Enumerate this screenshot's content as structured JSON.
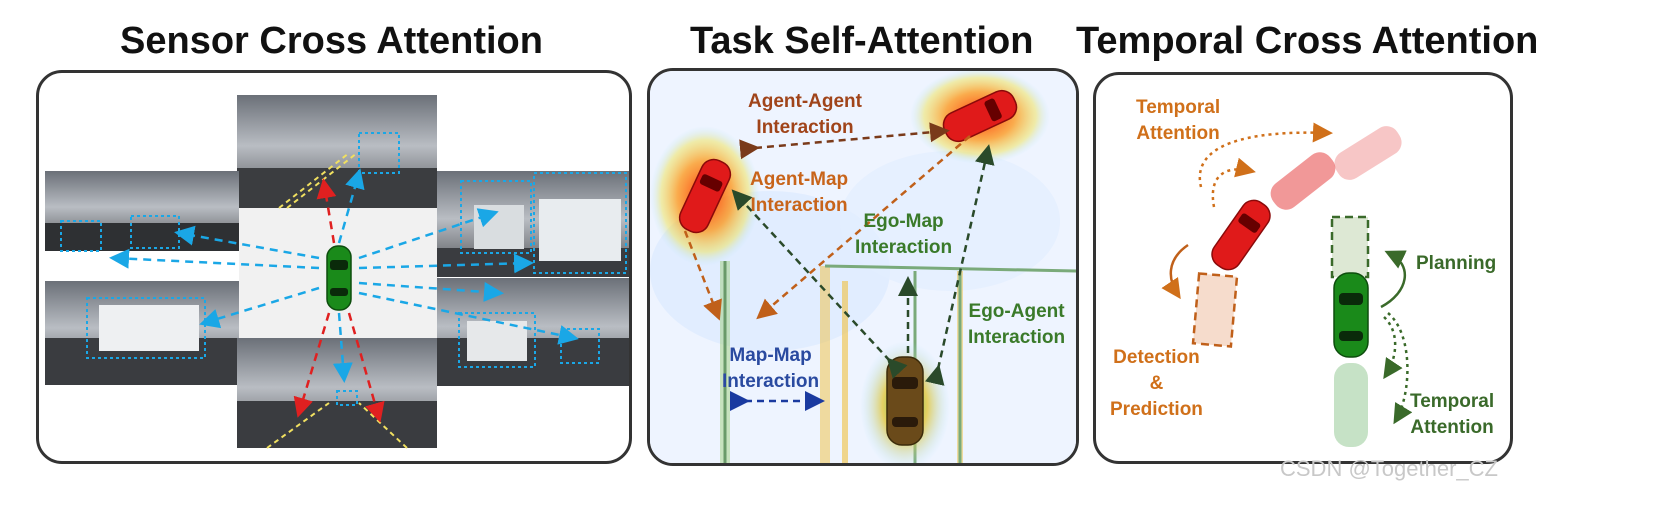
{
  "titles": {
    "sensor": "Sensor Cross Attention",
    "task": "Task Self-Attention",
    "temporal": "Temporal Cross Attention"
  },
  "task_labels": {
    "agent_agent": "Agent-Agent\nInteraction",
    "agent_map": "Agent-Map\nInteraction",
    "ego_map": "Ego-Map\nInteraction",
    "ego_agent": "Ego-Agent\nInteraction",
    "map_map": "Map-Map\nInteraction"
  },
  "temporal_labels": {
    "temporal_attention_top": "Temporal\nAttention",
    "detection_prediction": "Detection\n&\nPrediction",
    "planning": "Planning",
    "temporal_attention_bottom": "Temporal\nAttention"
  },
  "watermark": "CSDN @Together_CZ",
  "colors": {
    "ego_car": "#1a8a1a",
    "agent_car": "#e01a1a",
    "sensor_arrow": "#1aa7e6",
    "front_back_arrow": "#e02020",
    "agent_label": "#a0441a",
    "agent_map_label": "#c8641a",
    "ego_label": "#3a7a2a",
    "map_map_label": "#2a4aa0",
    "temporal_label": "#d0701a",
    "planning_label": "#3a6a2a"
  }
}
